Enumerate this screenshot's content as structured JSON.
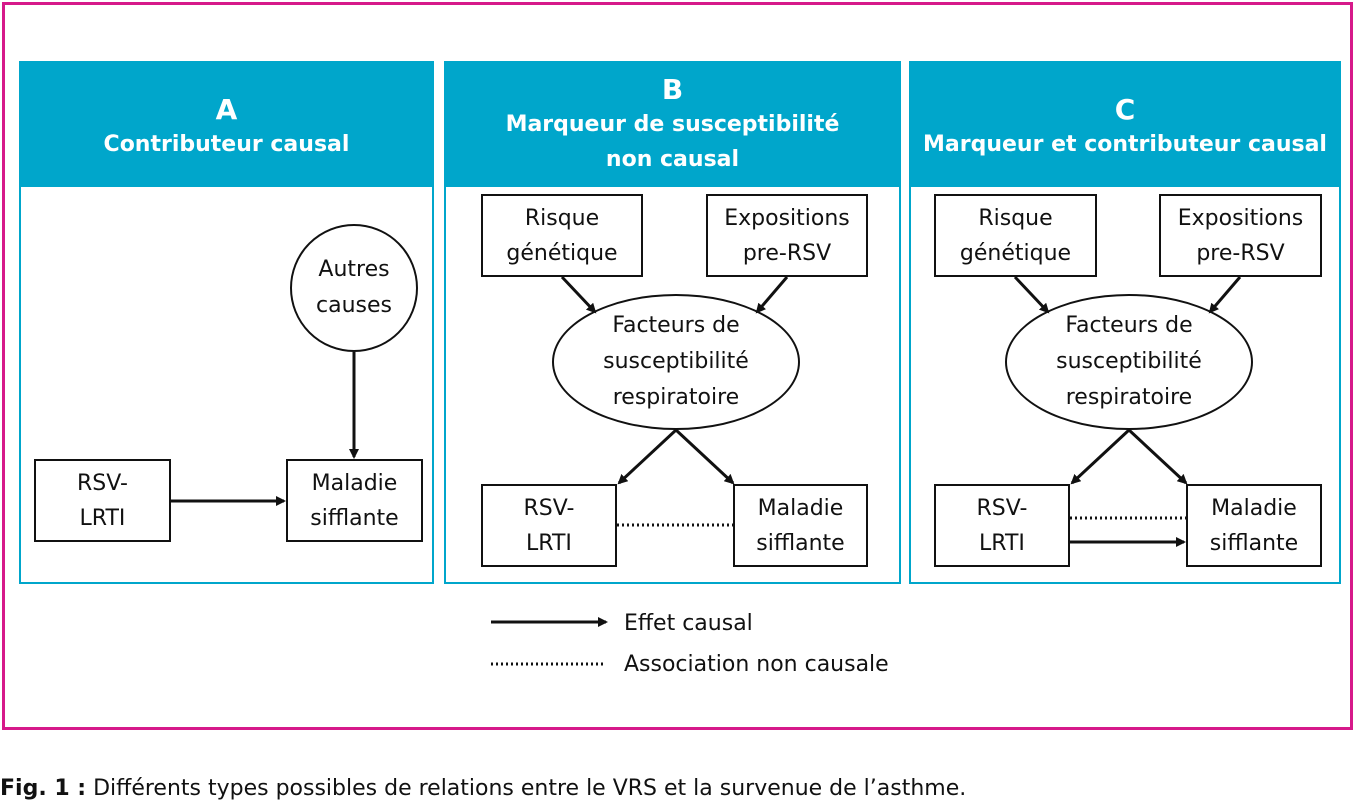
{
  "panels": {
    "a": {
      "letter": "A",
      "title": "Contributeur causal"
    },
    "b": {
      "letter": "B",
      "title": "Marqueur de susceptibilité\nnon causal"
    },
    "c": {
      "letter": "C",
      "title": "Marqueur et contributeur causal"
    }
  },
  "nodes": {
    "autres_causes": "Autres\ncauses",
    "rsv_lrti": "RSV-\nLRTI",
    "maladie_sifflante": "Maladie\nsifflante",
    "risque_genetique": "Risque\ngénétique",
    "expositions_pre_rsv": "Expositions\npre-RSV",
    "facteurs": "Facteurs de\nsusceptibilité\nrespiratoire"
  },
  "legend": {
    "causal": "Effet causal",
    "non_causal": "Association non causale"
  },
  "caption": {
    "label": "Fig. 1 :",
    "text": " Différents types possibles de relations entre le VRS et la survenue de l’asthme."
  },
  "colors": {
    "frame": "#d6198a",
    "panel_header": "#00a6cb",
    "line": "#111111"
  }
}
